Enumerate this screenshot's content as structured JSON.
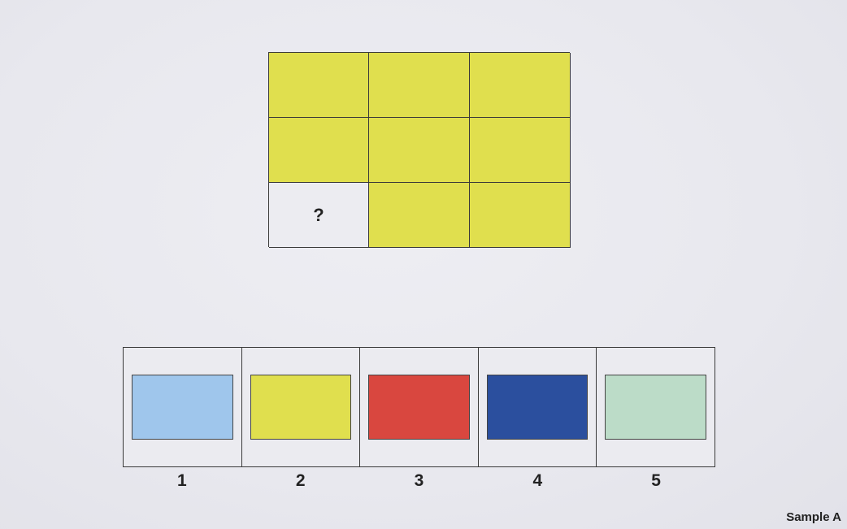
{
  "matrix": {
    "rows": [
      [
        {
          "type": "swatch",
          "color": "#e0df4e"
        },
        {
          "type": "swatch",
          "color": "#e0df4e"
        },
        {
          "type": "swatch",
          "color": "#e0df4e"
        }
      ],
      [
        {
          "type": "swatch",
          "color": "#e0df4e"
        },
        {
          "type": "swatch",
          "color": "#e0df4e"
        },
        {
          "type": "swatch",
          "color": "#e0df4e"
        }
      ],
      [
        {
          "type": "missing",
          "text": "?"
        },
        {
          "type": "swatch",
          "color": "#e0df4e"
        },
        {
          "type": "swatch",
          "color": "#e0df4e"
        }
      ]
    ]
  },
  "options": [
    {
      "label": "1",
      "color": "#9fc6ec"
    },
    {
      "label": "2",
      "color": "#e0df4e"
    },
    {
      "label": "3",
      "color": "#d9473f"
    },
    {
      "label": "4",
      "color": "#2b4f9e"
    },
    {
      "label": "5",
      "color": "#bcdcc8"
    }
  ],
  "footer": {
    "sample_label": "Sample A"
  }
}
